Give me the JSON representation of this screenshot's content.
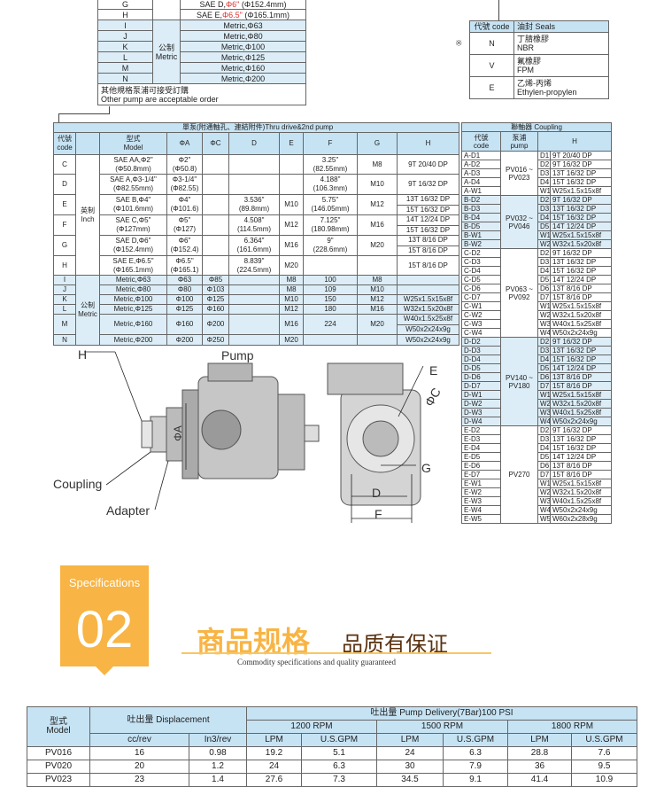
{
  "top_table": {
    "rows": [
      {
        "code": "G",
        "model_pre": "SAE D,",
        "model_red": "Φ6\"",
        "model_post": " (Φ152.4mm)"
      },
      {
        "code": "H",
        "model_pre": "SAE E,",
        "model_red": "Φ6.5\"",
        "model_post": " (Φ165.1mm)"
      },
      {
        "code": "I",
        "model": "Metric,Φ63"
      },
      {
        "code": "J",
        "model": "Metric,Φ80"
      },
      {
        "code": "K",
        "model": "Metric,Φ100"
      },
      {
        "code": "L",
        "model": "Metric,Φ125"
      },
      {
        "code": "M",
        "model": "Metric,Φ160"
      },
      {
        "code": "N",
        "model": "Metric,Φ200"
      }
    ],
    "metric_group": [
      "公制",
      "Metric"
    ],
    "note": [
      "其他規格泵浦可接受訂購",
      "Other pump are acceptable order"
    ]
  },
  "seals": {
    "marker": "※",
    "header": [
      "代號 code",
      "油封 Seals"
    ],
    "rows": [
      {
        "code": "N",
        "cn": "丁腈橡膠",
        "en": "NBR"
      },
      {
        "code": "V",
        "cn": "氟橡膠",
        "en": "FPM"
      },
      {
        "code": "E",
        "cn": "乙烯-丙烯",
        "en": "Ethylen-propylen"
      }
    ]
  },
  "main_table": {
    "title": "單泵(附通軸孔、連結附件)Thru drive&2nd pump",
    "headers": {
      "code": [
        "代號",
        "code"
      ],
      "model": [
        "型式",
        "Model"
      ],
      "a": "ΦA",
      "c": "ΦC",
      "d": "D",
      "e": "E",
      "f": "F",
      "g": "G",
      "h": "H"
    },
    "groups": [
      {
        "label": [
          "英制",
          "Inch"
        ],
        "rows": [
          {
            "code": "C",
            "model": [
              "SAE AA,Φ2\"",
              "(Φ50.8mm)"
            ],
            "a": [
              "Φ2\"",
              "(Φ50.8)"
            ],
            "c": [],
            "d": [],
            "e": [],
            "f": [
              "3.25\"",
              "(82.55mm)"
            ],
            "g": [
              "M8"
            ],
            "h": [
              "9T 20/40 DP"
            ]
          },
          {
            "code": "D",
            "model": [
              "SAE A,Φ3-1/4\"",
              "(Φ82.55mm)"
            ],
            "a": [
              "Φ3-1/4\"",
              "(Φ82.55)"
            ],
            "c": [],
            "d": [],
            "e": [],
            "f": [
              "4.188\"",
              "(106.3mm)"
            ],
            "g": [
              "M10"
            ],
            "h": [
              "9T 16/32 DP"
            ]
          },
          {
            "code": "E",
            "model": [
              "SAE B,Φ4\"",
              "(Φ101.6mm)"
            ],
            "a": [
              "Φ4\"",
              "(Φ101.6)"
            ],
            "c": [],
            "d": [
              "3.536\"",
              "(89.8mm)"
            ],
            "e": [
              "M10"
            ],
            "f": [
              "5.75\"",
              "(146.05mm)"
            ],
            "g": [
              "M12"
            ],
            "h": [
              "13T 16/32 DP",
              "15T 16/32 DP"
            ]
          },
          {
            "code": "F",
            "model": [
              "SAE C,Φ5\"",
              "(Φ127mm)"
            ],
            "a": [
              "Φ5\"",
              "(Φ127)"
            ],
            "c": [],
            "d": [
              "4.508\"",
              "(114.5mm)"
            ],
            "e": [
              "M12"
            ],
            "f": [
              "7.125\"",
              "(180.98mm)"
            ],
            "g": [
              "M16"
            ],
            "h": [
              "14T 12/24 DP",
              "15T 16/32 DP"
            ]
          },
          {
            "code": "G",
            "model": [
              "SAE D,Φ6\"",
              "(Φ152.4mm)"
            ],
            "a": [
              "Φ6\"",
              "(Φ152.4)"
            ],
            "c": [],
            "d": [
              "6.364\"",
              "(161.6mm)"
            ],
            "e": [
              "M16"
            ],
            "f": [
              "9\"",
              "(228.6mm)"
            ],
            "g": [
              "M20"
            ],
            "h": [
              "13T 8/16 DP",
              "15T 8/16 DP"
            ]
          },
          {
            "code": "H",
            "model": [
              "SAE E,Φ6.5\"",
              "(Φ165.1mm)"
            ],
            "a": [
              "Φ6.5\"",
              "(Φ165.1)"
            ],
            "c": [],
            "d": [
              "8.839\"",
              "(224.5mm)"
            ],
            "e": [
              "M20"
            ],
            "f": [],
            "g": [],
            "h": [
              "15T 8/16 DP"
            ]
          }
        ]
      },
      {
        "label": [
          "公制",
          "Metric"
        ],
        "rows": [
          {
            "code": "I",
            "model": [
              "Metric,Φ63"
            ],
            "a": [
              "Φ63"
            ],
            "c": [
              "Φ85"
            ],
            "d": [],
            "e": [
              "M8"
            ],
            "f": [
              "100"
            ],
            "g": [
              "M8"
            ],
            "h": []
          },
          {
            "code": "J",
            "model": [
              "Metric,Φ80"
            ],
            "a": [
              "Φ80"
            ],
            "c": [
              "Φ103"
            ],
            "d": [],
            "e": [
              "M8"
            ],
            "f": [
              "109"
            ],
            "g": [
              "M10"
            ],
            "h": []
          },
          {
            "code": "K",
            "model": [
              "Metric,Φ100"
            ],
            "a": [
              "Φ100"
            ],
            "c": [
              "Φ125"
            ],
            "d": [],
            "e": [
              "M10"
            ],
            "f": [
              "150"
            ],
            "g": [
              "M12"
            ],
            "h": [
              "W25x1.5x15x8f"
            ]
          },
          {
            "code": "L",
            "model": [
              "Metric,Φ125"
            ],
            "a": [
              "Φ125"
            ],
            "c": [
              "Φ160"
            ],
            "d": [],
            "e": [
              "M12"
            ],
            "f": [
              "180"
            ],
            "g": [
              "M16"
            ],
            "h": [
              "W32x1.5x20x8f"
            ]
          },
          {
            "code": "M",
            "model": [
              "Metric,Φ160"
            ],
            "a": [
              "Φ160"
            ],
            "c": [
              "Φ200"
            ],
            "d": [],
            "e": [
              "M16"
            ],
            "f": [
              "224"
            ],
            "g": [
              "M20"
            ],
            "h": [
              "W40x1.5x25x8f",
              "W50x2x24x9g"
            ]
          },
          {
            "code": "N",
            "model": [
              "Metric,Φ200"
            ],
            "a": [
              "Φ200"
            ],
            "c": [
              "Φ250"
            ],
            "d": [],
            "e": [
              "M20"
            ],
            "f": [],
            "g": [],
            "h": [
              "W50x2x24x9g"
            ]
          }
        ]
      }
    ]
  },
  "coupling": {
    "title": "聯軸器 Coupling",
    "headers": {
      "code": [
        "代號",
        "code"
      ],
      "pump": [
        "泵浦",
        "pump"
      ],
      "h": "H"
    },
    "groups": [
      {
        "pump": [
          "PV016 ~",
          "PV023"
        ],
        "rows": [
          [
            "A-D1",
            "D1",
            "9T 20/40 DP"
          ],
          [
            "A-D2",
            "D2",
            "9T 16/32 DP"
          ],
          [
            "A-D3",
            "D3",
            "13T 16/32 DP"
          ],
          [
            "A-D4",
            "D4",
            "15T 16/32 DP"
          ],
          [
            "A-W1",
            "W1",
            "W25x1.5x15x8f"
          ]
        ]
      },
      {
        "pump": [
          "PV032 ~",
          "PV046"
        ],
        "rows": [
          [
            "B-D2",
            "D2",
            "9T 16/32 DP"
          ],
          [
            "B-D3",
            "D3",
            "13T 16/32 DP"
          ],
          [
            "B-D4",
            "D4",
            "15T 16/32 DP"
          ],
          [
            "B-D5",
            "D5",
            "14T 12/24 DP"
          ],
          [
            "B-W1",
            "W1",
            "W25x1.5x15x8f"
          ],
          [
            "B-W2",
            "W2",
            "W32x1.5x20x8f"
          ]
        ]
      },
      {
        "pump": [
          "PV063 ~",
          "PV092"
        ],
        "rows": [
          [
            "C-D2",
            "D2",
            "9T 16/32 DP"
          ],
          [
            "C-D3",
            "D3",
            "13T 16/32 DP"
          ],
          [
            "C-D4",
            "D4",
            "15T 16/32 DP"
          ],
          [
            "C-D5",
            "D5",
            "14T 12/24 DP"
          ],
          [
            "C-D6",
            "D6",
            "13T 8/16 DP"
          ],
          [
            "C-D7",
            "D7",
            "15T 8/16 DP"
          ],
          [
            "C-W1",
            "W1",
            "W25x1.5x15x8f"
          ],
          [
            "C-W2",
            "W2",
            "W32x1.5x20x8f"
          ],
          [
            "C-W3",
            "W3",
            "W40x1.5x25x8f"
          ],
          [
            "C-W4",
            "W4",
            "W50x2x24x9g"
          ]
        ]
      },
      {
        "pump": [
          "PV140 ~",
          "PV180"
        ],
        "rows": [
          [
            "D-D2",
            "D2",
            "9T 16/32 DP"
          ],
          [
            "D-D3",
            "D3",
            "13T 16/32 DP"
          ],
          [
            "D-D4",
            "D4",
            "15T 16/32 DP"
          ],
          [
            "D-D5",
            "D5",
            "14T 12/24 DP"
          ],
          [
            "D-D6",
            "D6",
            "13T 8/16 DP"
          ],
          [
            "D-D7",
            "D7",
            "15T 8/16 DP"
          ],
          [
            "D-W1",
            "W1",
            "W25x1.5x15x8f"
          ],
          [
            "D-W2",
            "W2",
            "W32x1.5x20x8f"
          ],
          [
            "D-W3",
            "W3",
            "W40x1.5x25x8f"
          ],
          [
            "D-W4",
            "W4",
            "W50x2x24x9g"
          ]
        ]
      },
      {
        "pump": [
          "PV270"
        ],
        "rows": [
          [
            "E-D2",
            "D2",
            "9T 16/32 DP"
          ],
          [
            "E-D3",
            "D3",
            "13T 16/32 DP"
          ],
          [
            "E-D4",
            "D4",
            "15T 16/32 DP"
          ],
          [
            "E-D5",
            "D5",
            "14T 12/24 DP"
          ],
          [
            "E-D6",
            "D6",
            "13T 8/16 DP"
          ],
          [
            "E-D7",
            "D7",
            "15T 8/16 DP"
          ],
          [
            "E-W1",
            "W1",
            "W25x1.5x15x8f"
          ],
          [
            "E-W2",
            "W2",
            "W32x1.5x20x8f"
          ],
          [
            "E-W3",
            "W3",
            "W40x1.5x25x8f"
          ],
          [
            "E-W4",
            "W4",
            "W50x2x24x9g"
          ],
          [
            "E-W5",
            "W5",
            "W60x2x28x9g"
          ]
        ]
      }
    ]
  },
  "diagram": {
    "labels": {
      "h": "H",
      "pump": "Pump",
      "coupling": "Coupling",
      "adapter": "Adapter",
      "a": "ΦA",
      "e": "E",
      "c": "ΦC",
      "g": "G",
      "d": "D",
      "f": "F"
    }
  },
  "banner": {
    "specs": "Specifications",
    "number": "02",
    "title_orange": "商品规格",
    "title_dark": "品质有保证",
    "subtitle": "Commodity specifications and quality guaranteed",
    "colors": {
      "orange": "#f8b444",
      "dark": "#5a3210"
    }
  },
  "bottom_table": {
    "model_header": [
      "型式",
      "Model"
    ],
    "displacement_header": "吐出量 Displacement",
    "delivery_header": "吐出量 Pump Delivery(7Bar)100 PSI",
    "rpms": [
      "1200 RPM",
      "1500 RPM",
      "1800 RPM"
    ],
    "units": [
      "cc/rev",
      "In3/rev",
      "LPM",
      "U.S.GPM",
      "LPM",
      "U.S.GPM",
      "LPM",
      "U.S.GPM"
    ],
    "rows": [
      [
        "PV016",
        "16",
        "0.98",
        "19.2",
        "5.1",
        "24",
        "6.3",
        "28.8",
        "7.6"
      ],
      [
        "PV020",
        "20",
        "1.2",
        "24",
        "6.3",
        "30",
        "7.9",
        "36",
        "9.5"
      ],
      [
        "PV023",
        "23",
        "1.4",
        "27.6",
        "7.3",
        "34.5",
        "9.1",
        "41.4",
        "10.9"
      ]
    ]
  }
}
